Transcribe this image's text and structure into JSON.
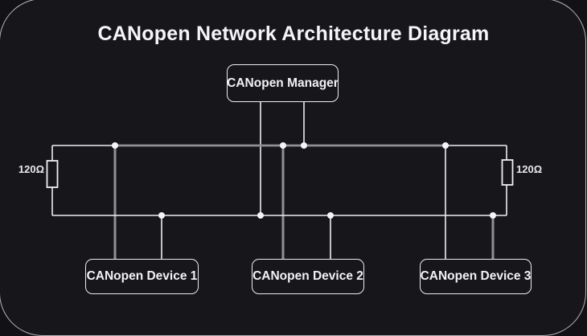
{
  "diagram": {
    "title": "CANopen Network Architecture Diagram",
    "type": "CAN bus network topology",
    "nodes": {
      "manager": {
        "label": "CANopen Manager"
      },
      "device1": {
        "label": "CANopen Device 1"
      },
      "device2": {
        "label": "CANopen Device 2"
      },
      "device3": {
        "label": "CANopen Device 3"
      }
    },
    "bus": {
      "lines": 2,
      "junction_dot_count": 8,
      "terminators": {
        "left_label": "120Ω",
        "right_label": "120Ω"
      }
    },
    "colors": {
      "outer_background": "#121216",
      "panel_background": "#17171b",
      "frame_border": "#b2b3ba",
      "wire_primary": "#ededf1",
      "wire_secondary": "#8f8f95",
      "junction_dot": "#f5f5f7",
      "text": "#f5f5f7"
    }
  }
}
